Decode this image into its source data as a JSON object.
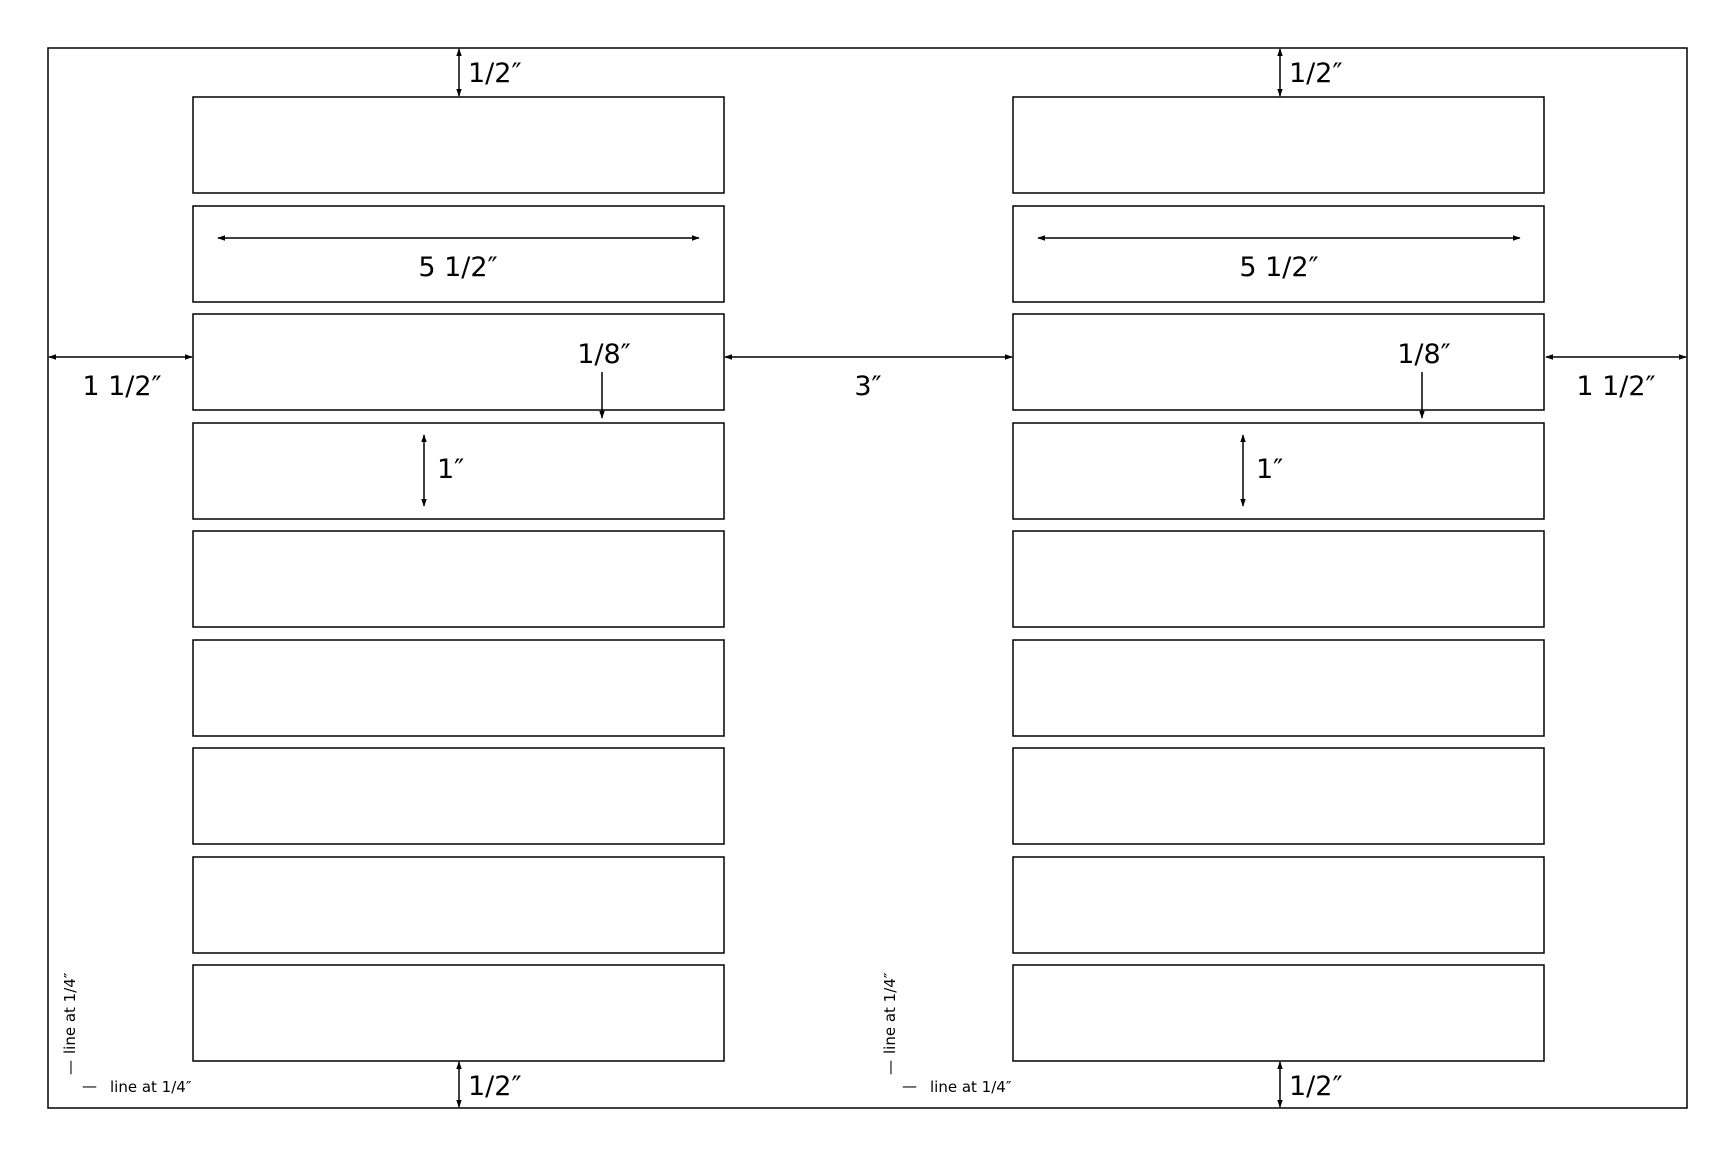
{
  "colors": {
    "stroke": "#000000",
    "background": "#ffffff"
  },
  "dimensions": {
    "top_margin": "1/2″",
    "bottom_margin": "1/2″",
    "label_width": "5 1/2″",
    "side_margin": "1 1/2″",
    "gutter": "3″",
    "label_gap": "1/8″",
    "label_height": "1″"
  },
  "notes": {
    "line_note": "line at 1/4″",
    "dash": "—"
  },
  "layout_info": {
    "columns": 2,
    "labels_per_column": 9
  }
}
